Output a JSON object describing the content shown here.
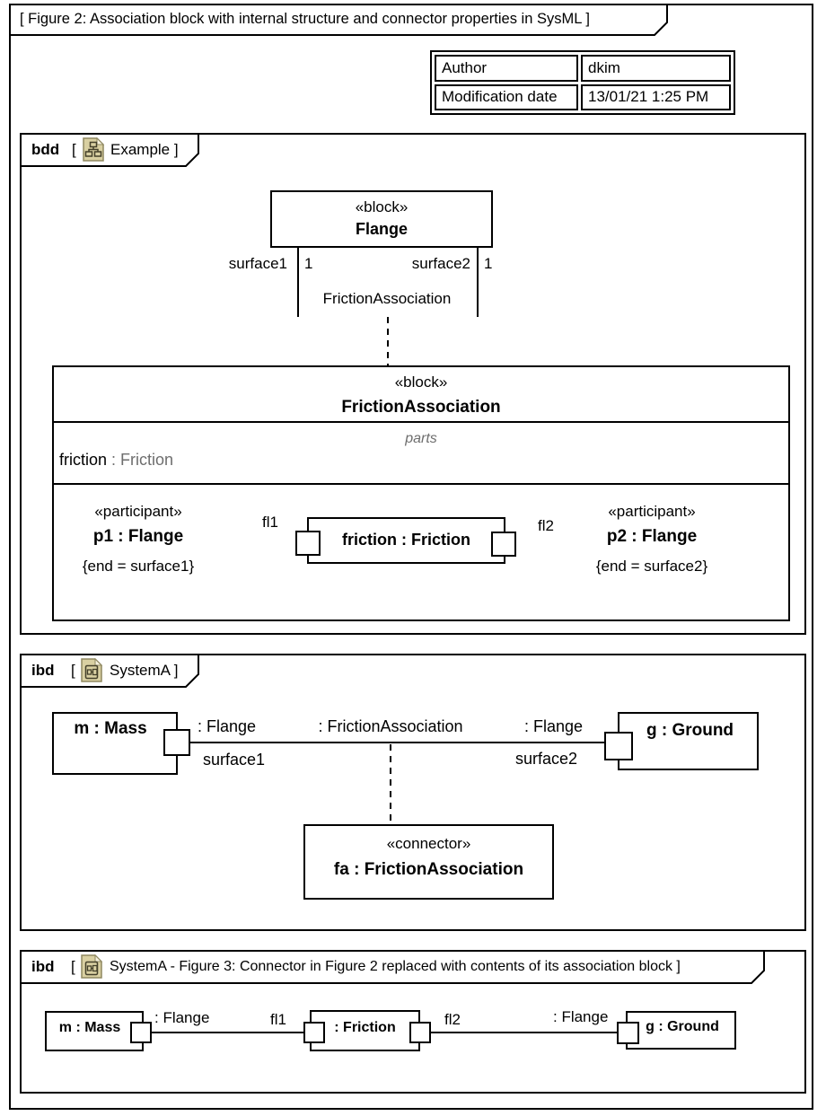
{
  "colors": {
    "diagram_line": "#000000",
    "secondary_text": "#6e6e6e",
    "icon_fill": "#d9d0a2",
    "icon_fold": "#f6f2df",
    "icon_stroke": "#8f8860",
    "background": "#ffffff"
  },
  "icons": {
    "bdd_header": "bdd-diagram-icon",
    "ibd_header": "ibd-diagram-icon"
  },
  "title": "[ Figure 2: Association block with internal structure and connector properties in SysML ]",
  "info_table": {
    "rows": [
      {
        "label": "Author",
        "value": "dkim"
      },
      {
        "label": "Modification date",
        "value": "13/01/21 1:25 PM"
      }
    ]
  },
  "bdd": {
    "tag": "bdd",
    "bracket": "[",
    "label": "Example ]",
    "flange": {
      "stereotype": "«block»",
      "name": "Flange"
    },
    "assoc": {
      "left_end": "surface1",
      "left_mult": "1",
      "right_end": "surface2",
      "right_mult": "1",
      "name": "FrictionAssociation"
    },
    "fab": {
      "stereotype": "«block»",
      "name": "FrictionAssociation",
      "parts_title": "parts",
      "part_name": "friction",
      "part_type": " : Friction",
      "p1": {
        "stereotype": "«participant»",
        "name": "p1 : Flange",
        "constraint": "{end = surface1}"
      },
      "p2": {
        "stereotype": "«participant»",
        "name": "p2 : Flange",
        "constraint": "{end = surface2}"
      },
      "conn_part": {
        "name": "friction : Friction",
        "fl1": "fl1",
        "fl2": "fl2"
      }
    }
  },
  "ibd1": {
    "tag": "ibd",
    "bracket": "[",
    "label": "SystemA ]",
    "mass": "m : Mass",
    "ground": "g : Ground",
    "flange_left": ": Flange",
    "surface1": "surface1",
    "assoc_type": ": FrictionAssociation",
    "flange_right": ": Flange",
    "surface2": "surface2",
    "connector": {
      "stereotype": "«connector»",
      "name": "fa : FrictionAssociation"
    }
  },
  "ibd2": {
    "tag": "ibd",
    "bracket": "[",
    "label": "SystemA - Figure 3: Connector in Figure 2 replaced with contents of its association block ]",
    "mass": "m : Mass",
    "flange_left": ": Flange",
    "fl1": "fl1",
    "friction": ": Friction",
    "fl2": "fl2",
    "flange_right": ": Flange",
    "ground": "g : Ground"
  }
}
